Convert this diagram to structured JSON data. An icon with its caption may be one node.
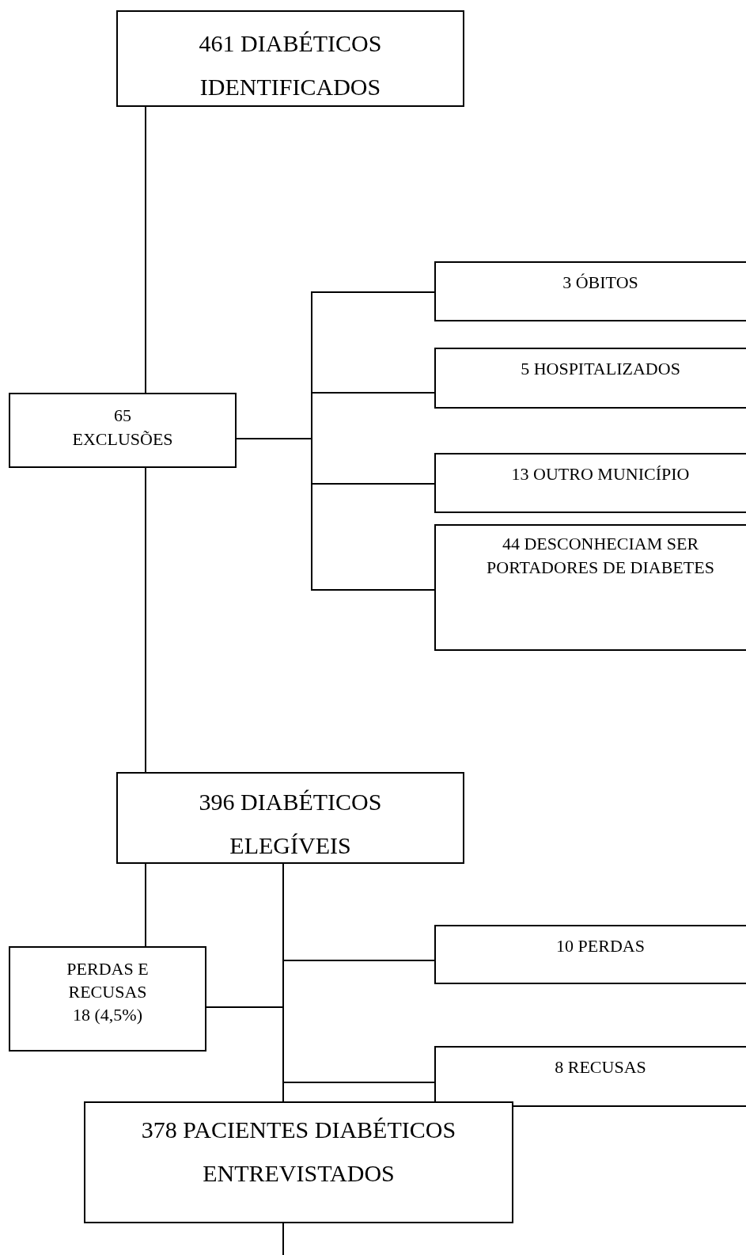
{
  "diagram": {
    "nodes": [
      {
        "text": [
          "461 DIABÉTICOS IDENTIFICADOS"
        ]
      },
      {
        "text": [
          "65 EXCLUSÕES"
        ]
      },
      {
        "text": [
          "3 ÓBITOS"
        ]
      },
      {
        "text": [
          "5 HOSPITALIZADOS"
        ]
      },
      {
        "text": [
          "13 OUTRO MUNICÍPIO"
        ]
      },
      {
        "text": [
          "44 DESCONHECIAM SER PORTADORES DE DIABETES"
        ]
      },
      {
        "text": [
          "396 DIABÉTICOS ELEGÍVEIS"
        ]
      },
      {
        "text": [
          "PERDAS E RECUSAS 18 (4,5%)"
        ]
      },
      {
        "text": [
          "10 PERDAS"
        ]
      },
      {
        "text": [
          "8 RECUSAS"
        ]
      },
      {
        "text": [
          "378 PACIENTES DIABÉTICOS ENTREVISTADOS"
        ]
      }
    ],
    "edges": [
      {
        "from": 0,
        "to": 1,
        "arrow": "none"
      },
      {
        "from": 1,
        "to": 2,
        "arrow": "none"
      },
      {
        "from": 1,
        "to": 3,
        "arrow": "none"
      },
      {
        "from": 1,
        "to": 4,
        "arrow": "none"
      },
      {
        "from": 1,
        "to": 5,
        "arrow": "none"
      },
      {
        "from": 1,
        "to": 6,
        "arrow": "none"
      },
      {
        "from": 6,
        "to": 7,
        "arrow": "none"
      },
      {
        "from": 6,
        "to": 10,
        "arrow": "none"
      },
      {
        "from": 7,
        "to": 8,
        "arrow": "none"
      },
      {
        "from": 7,
        "to": 9,
        "arrow": "none"
      },
      {
        "from": 10,
        "to": null,
        "arrow": "none"
      }
    ]
  }
}
